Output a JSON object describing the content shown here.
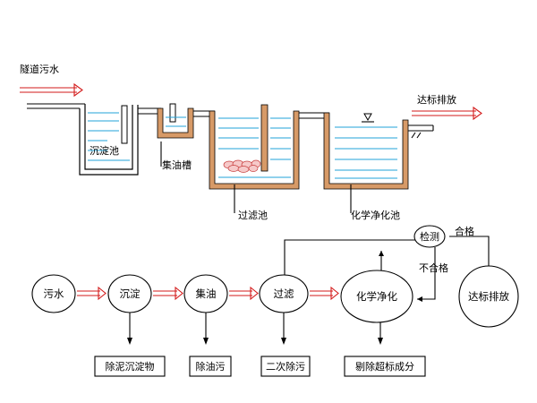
{
  "colors": {
    "wall_fill": "#d79a67",
    "water": "#22a3d8",
    "flow_arrow": "#d31a1a",
    "line": "#000000"
  },
  "process": {
    "inlet_label": "隧道污水",
    "outlet_label": "达标排放",
    "tanks": {
      "sedimentation": "沉淀池",
      "oil_collector": "集油槽",
      "filter": "过滤池",
      "chemical": "化学净化池"
    }
  },
  "flowchart": {
    "nodes": [
      "污水",
      "沉淀",
      "集油",
      "过滤",
      "化学净化",
      "达标排放"
    ],
    "check": "检测",
    "pass": "合格",
    "fail": "不合格",
    "outputs": [
      "除泥沉淀物",
      "除油污",
      "二次除污",
      "剔除超标成分"
    ]
  },
  "icons": {
    "flow_arrow": "double-line-arrow-icon",
    "water_level": "triangle-level-icon"
  }
}
